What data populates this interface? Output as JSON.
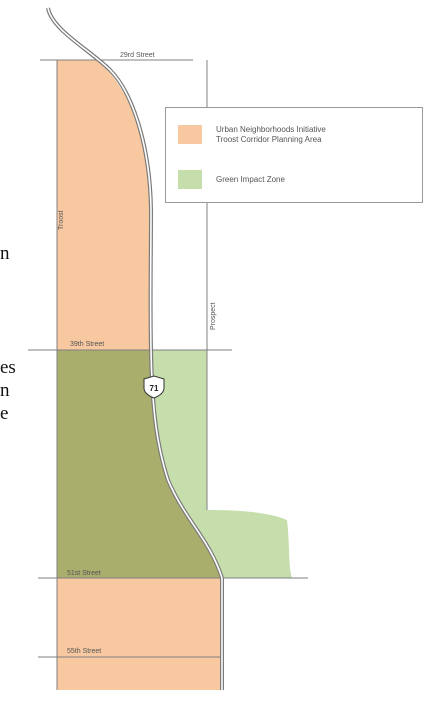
{
  "colors": {
    "planning_area": "#f8c9a0",
    "green_zone": "#c6deac",
    "overlap": "#aaae6c",
    "street_line": "#808080",
    "highway": "#7a7a7a"
  },
  "streets": {
    "street_29th": "29rd Street",
    "street_39th": "39th Street",
    "street_51st": "51st Street",
    "street_55th": "55th Street",
    "troost": "Troost",
    "prospect": "Prospect"
  },
  "highway_shield": "71",
  "legend": {
    "items": [
      {
        "label_line1": "Urban Neighborhoods Initiative",
        "label_line2": "Troost Corridor Planning Area",
        "color": "#f8c9a0"
      },
      {
        "label_line1": "Green Impact Zone",
        "label_line2": "",
        "color": "#c6deac"
      }
    ]
  },
  "stray_text": {
    "n": "n",
    "es": "es",
    "n2": "n",
    "e": "e"
  }
}
